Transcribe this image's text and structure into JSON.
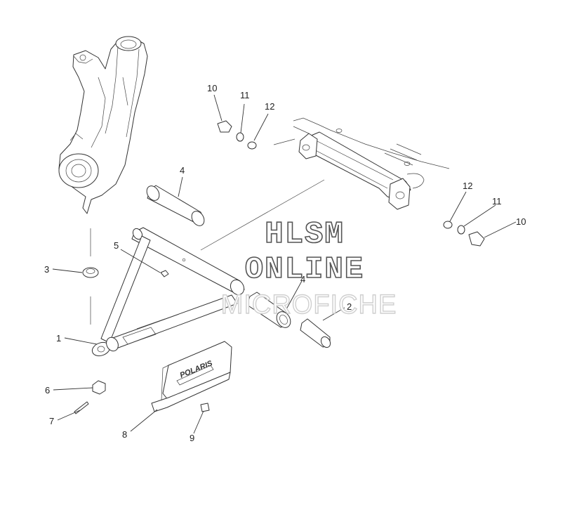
{
  "watermark": {
    "line1": "HLSM",
    "line2": "ONLINE",
    "line3": "MICROFICHE"
  },
  "logo": {
    "text": "POLARIS"
  },
  "callouts": [
    {
      "id": "c1",
      "label": "1"
    },
    {
      "id": "c2",
      "label": "2"
    },
    {
      "id": "c3",
      "label": "3"
    },
    {
      "id": "c4a",
      "label": "4"
    },
    {
      "id": "c4b",
      "label": "4"
    },
    {
      "id": "c5",
      "label": "5"
    },
    {
      "id": "c6",
      "label": "6"
    },
    {
      "id": "c7",
      "label": "7"
    },
    {
      "id": "c8",
      "label": "8"
    },
    {
      "id": "c9",
      "label": "9"
    },
    {
      "id": "c10a",
      "label": "10"
    },
    {
      "id": "c10b",
      "label": "10"
    },
    {
      "id": "c11a",
      "label": "11"
    },
    {
      "id": "c11b",
      "label": "11"
    },
    {
      "id": "c12a",
      "label": "12"
    },
    {
      "id": "c12b",
      "label": "12"
    }
  ]
}
